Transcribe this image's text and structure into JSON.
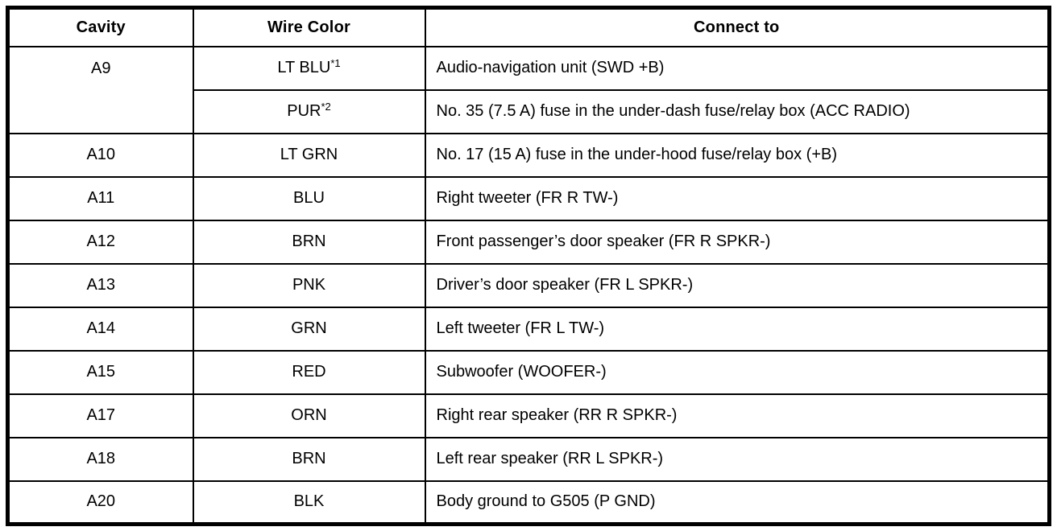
{
  "table": {
    "headers": {
      "cavity": "Cavity",
      "wire_color": "Wire Color",
      "connect_to": "Connect to"
    },
    "rows": [
      {
        "cavity": "A9",
        "cavity_rowspan": 2,
        "wire_color": "LT BLU",
        "wire_color_sup": "*1",
        "connect_to": "Audio-navigation unit (SWD +B)"
      },
      {
        "cavity": null,
        "cavity_rowspan": 0,
        "wire_color": "PUR",
        "wire_color_sup": "*2",
        "connect_to": "No. 35 (7.5 A) fuse in the under-dash fuse/relay box (ACC RADIO)"
      },
      {
        "cavity": "A10",
        "cavity_rowspan": 1,
        "wire_color": "LT GRN",
        "wire_color_sup": "",
        "connect_to": "No. 17 (15 A) fuse in the under-hood fuse/relay box (+B)"
      },
      {
        "cavity": "A11",
        "cavity_rowspan": 1,
        "wire_color": "BLU",
        "wire_color_sup": "",
        "connect_to": "Right tweeter (FR R TW-)"
      },
      {
        "cavity": "A12",
        "cavity_rowspan": 1,
        "wire_color": "BRN",
        "wire_color_sup": "",
        "connect_to": "Front passenger’s door speaker (FR R SPKR-)"
      },
      {
        "cavity": "A13",
        "cavity_rowspan": 1,
        "wire_color": "PNK",
        "wire_color_sup": "",
        "connect_to": "Driver’s door speaker (FR L SPKR-)"
      },
      {
        "cavity": "A14",
        "cavity_rowspan": 1,
        "wire_color": "GRN",
        "wire_color_sup": "",
        "connect_to": "Left tweeter (FR L TW-)"
      },
      {
        "cavity": "A15",
        "cavity_rowspan": 1,
        "wire_color": "RED",
        "wire_color_sup": "",
        "connect_to": "Subwoofer (WOOFER-)"
      },
      {
        "cavity": "A17",
        "cavity_rowspan": 1,
        "wire_color": "ORN",
        "wire_color_sup": "",
        "connect_to": "Right rear speaker (RR R SPKR-)"
      },
      {
        "cavity": "A18",
        "cavity_rowspan": 1,
        "wire_color": "BRN",
        "wire_color_sup": "",
        "connect_to": "Left rear speaker (RR L SPKR-)"
      },
      {
        "cavity": "A20",
        "cavity_rowspan": 1,
        "wire_color": "BLK",
        "wire_color_sup": "",
        "connect_to": "Body ground to G505 (P GND)"
      }
    ],
    "colors": {
      "border": "#000000",
      "text": "#000000",
      "background": "#ffffff"
    }
  }
}
